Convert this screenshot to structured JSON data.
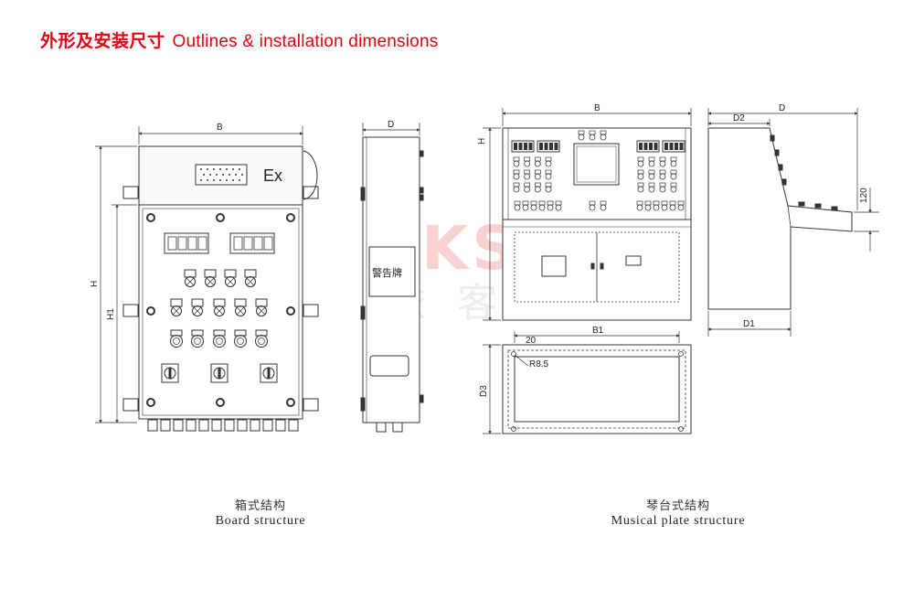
{
  "header": {
    "title_zh": "外形及安装尺寸",
    "title_en": "Outlines & installation dimensions",
    "color": "#e60012"
  },
  "board_view": {
    "dim_width": "B",
    "dim_height": "H",
    "dim_inner_height": "H1",
    "ex_mark": "Ex"
  },
  "side_view": {
    "dim_depth": "D",
    "warning_label": "警告牌"
  },
  "console_front": {
    "dim_width": "B",
    "dim_height": "H"
  },
  "console_side": {
    "dim_d": "D",
    "dim_d1": "D1",
    "dim_d2": "D2",
    "dim_120": "120"
  },
  "console_plate": {
    "dim_b1": "B1",
    "dim_d3": "D3",
    "dim_20": "20",
    "radius": "R8.5"
  },
  "watermark": {
    "brand": "EKSFB",
    "chars": "依 客 思",
    "color": "#f4a5a5"
  },
  "captions": {
    "board_zh": "箱式结构",
    "board_en": "Board  structure",
    "console_zh": "琴台式结构",
    "console_en": "Musical  plate structure"
  }
}
